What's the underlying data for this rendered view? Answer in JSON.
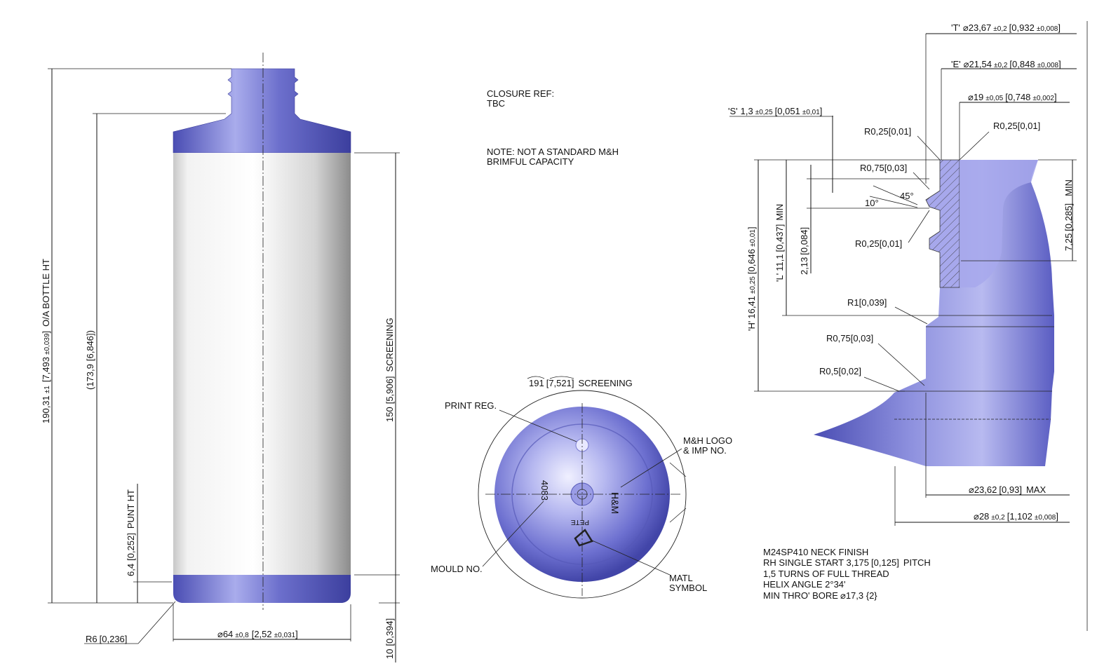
{
  "notes": {
    "closure_ref_label": "CLOSURE REF:",
    "closure_ref_value": "TBC",
    "note_line1": "NOTE: NOT A STANDARD M&H",
    "note_line2": "BRIMFUL CAPACITY"
  },
  "bottle": {
    "oa_height_main": "190,31",
    "oa_height_tol": "±1",
    "oa_height_in_main": "7,493",
    "oa_height_in_tol": "±0,039",
    "oa_height_label": "O/A BOTTLE HT",
    "shoulder_height": "(173,9",
    "shoulder_height_in": "6,846",
    "shoulder_height_close": ")",
    "screening_height": "150",
    "screening_height_in": "5,906",
    "screening_label": "SCREENING",
    "punt_height": "6,4",
    "punt_height_in": "0,252",
    "punt_label": "PUNT HT",
    "base_radius": "R6",
    "base_radius_in": "0,236",
    "diameter_symbol": "⌀",
    "diameter": "64",
    "diameter_tol": "±0,8",
    "diameter_in": "2,52",
    "diameter_in_tol": "±0,031",
    "base_offset": "10",
    "base_offset_in": "0,394"
  },
  "base_view": {
    "screening_arc": "191",
    "screening_arc_in": "7,521",
    "screening_label": "SCREENING",
    "print_reg": "PRINT REG.",
    "logo_line1": "M&H LOGO",
    "logo_line2": "& IMP NO.",
    "mould_no": "MOULD NO.",
    "matl_line1": "MATL",
    "matl_line2": "SYMBOL",
    "mould_number": "4083",
    "pete_label": "PETE"
  },
  "neck": {
    "t_label": "'T'",
    "t_dia": "23,67",
    "t_tol": "±0,2",
    "t_in": "0,932",
    "t_in_tol": "±0,008",
    "e_label": "'E'",
    "e_dia": "21,54",
    "e_tol": "±0,2",
    "e_in": "0,848",
    "e_in_tol": "±0,008",
    "bore_dia": "19",
    "bore_tol": "±0,05",
    "bore_in": "0,748",
    "bore_in_tol": "±0,002",
    "s_label": "'S'",
    "s_val": "1,3",
    "s_tol": "±0,25",
    "s_in": "0,051",
    "s_in_tol": "±0,01",
    "r025_a": "R0,25",
    "r025_a_in": "0,01",
    "r025_b": "R0,25",
    "r025_b_in": "0,01",
    "r075_a": "R0,75",
    "r075_a_in": "0,03",
    "angle_45": "45°",
    "angle_10": "10°",
    "r025_c": "R0,25",
    "r025_c_in": "0,01",
    "thread_depth": "2,13",
    "thread_depth_in": "0,084",
    "l_label": "'L'",
    "l_val": "11,1",
    "l_in": "0,437",
    "l_min": "MIN",
    "h_label": "'H'",
    "h_val": "16,41",
    "h_tol": "±0,25",
    "h_in": "0,646",
    "h_in_tol": "±0,01",
    "min_depth": "7,25",
    "min_depth_in": "0,285",
    "min_depth_label": "MIN",
    "r1": "R1",
    "r1_in": "0,039",
    "r075_b": "R0,75",
    "r075_b_in": "0,03",
    "r05": "R0,5",
    "r05_in": "0,02",
    "max_dia": "23,62",
    "max_dia_in": "0,93",
    "max_label": "MAX",
    "collar_dia": "28",
    "collar_tol": "±0,2",
    "collar_in": "1,102",
    "collar_in_tol": "±0,008"
  },
  "finish": {
    "line1": "M24SP410 NECK FINISH",
    "line2": "RH SINGLE START 3,175",
    "line2_in": "0,125",
    "line2_end": "PITCH",
    "line3": "1,5 TURNS OF FULL THREAD",
    "line4": "HELIX ANGLE 2°34'",
    "line5": "MIN THRO' BORE",
    "line5_val": "17,3 {2}"
  },
  "colors": {
    "bottle_blue": "#5b5ec0",
    "bottle_light": "#9c9fe4",
    "label_gray": "#c4c4c4",
    "section_fill": "#a7a8ec"
  }
}
